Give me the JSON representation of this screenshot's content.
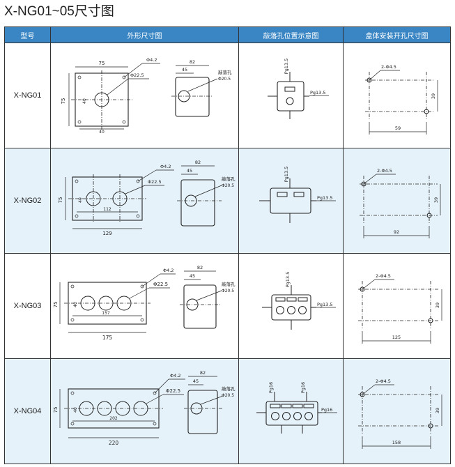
{
  "title": "X-NG01~05尺寸图",
  "headers": [
    "型号",
    "外形尺寸图",
    "敲落孔位置示意图",
    "盒体安装开孔尺寸图"
  ],
  "rows": [
    {
      "model": "X-NG01",
      "front": {
        "width": "75",
        "height": "75",
        "mounting_label": "Φ4.2",
        "hole_label": "Φ22.5",
        "inner_v": "40",
        "inner_h": "40"
      },
      "side": {
        "depth": "82",
        "inner": "45",
        "knockout_label": "敲落孔",
        "knockout_dia": "Φ20.5"
      },
      "knockout_top": "Pg13.5",
      "knockout_side": "Pg13.5",
      "mounting": {
        "holes": "2-Φ4.5",
        "horizontal": "59",
        "vertical": "39"
      }
    },
    {
      "model": "X-NG02",
      "front": {
        "width": "129",
        "height": "75",
        "mounting_label": "Φ4.2",
        "hole_label": "Φ22.5",
        "inner_v": "40",
        "inner_h": "112"
      },
      "side": {
        "depth": "82",
        "inner": "45",
        "knockout_label": "敲落孔",
        "knockout_dia": "Φ20.5"
      },
      "knockout_top": "Pg13.5",
      "knockout_side": "Pg13.5",
      "mounting": {
        "holes": "2-Φ4.5",
        "horizontal": "92",
        "vertical": "39"
      }
    },
    {
      "model": "X-NG03",
      "front": {
        "width": "175",
        "height": "75",
        "mounting_label": "Φ4.2",
        "hole_label": "Φ22.5",
        "inner_v": "40",
        "inner_h": "157"
      },
      "side": {
        "depth": "82",
        "inner": "45",
        "knockout_label": "敲落孔",
        "knockout_dia": "Φ20.5"
      },
      "knockout_top": "Pg13.5",
      "knockout_side": "Pg13.5",
      "mounting": {
        "holes": "2-Φ4.5",
        "horizontal": "125",
        "vertical": "39"
      }
    },
    {
      "model": "X-NG04",
      "front": {
        "width": "220",
        "height": "75",
        "mounting_label": "Φ4.2",
        "hole_label": "Φ22.5",
        "inner_v": "40",
        "inner_h": "202"
      },
      "side": {
        "depth": "82",
        "inner": "45",
        "knockout_label": "敲落孔",
        "knockout_dia": "Φ20.5"
      },
      "knockout_top": "Pg16",
      "knockout_side": "Pg16",
      "mounting": {
        "holes": "2-Φ4.5",
        "horizontal": "158",
        "vertical": "39"
      }
    }
  ]
}
